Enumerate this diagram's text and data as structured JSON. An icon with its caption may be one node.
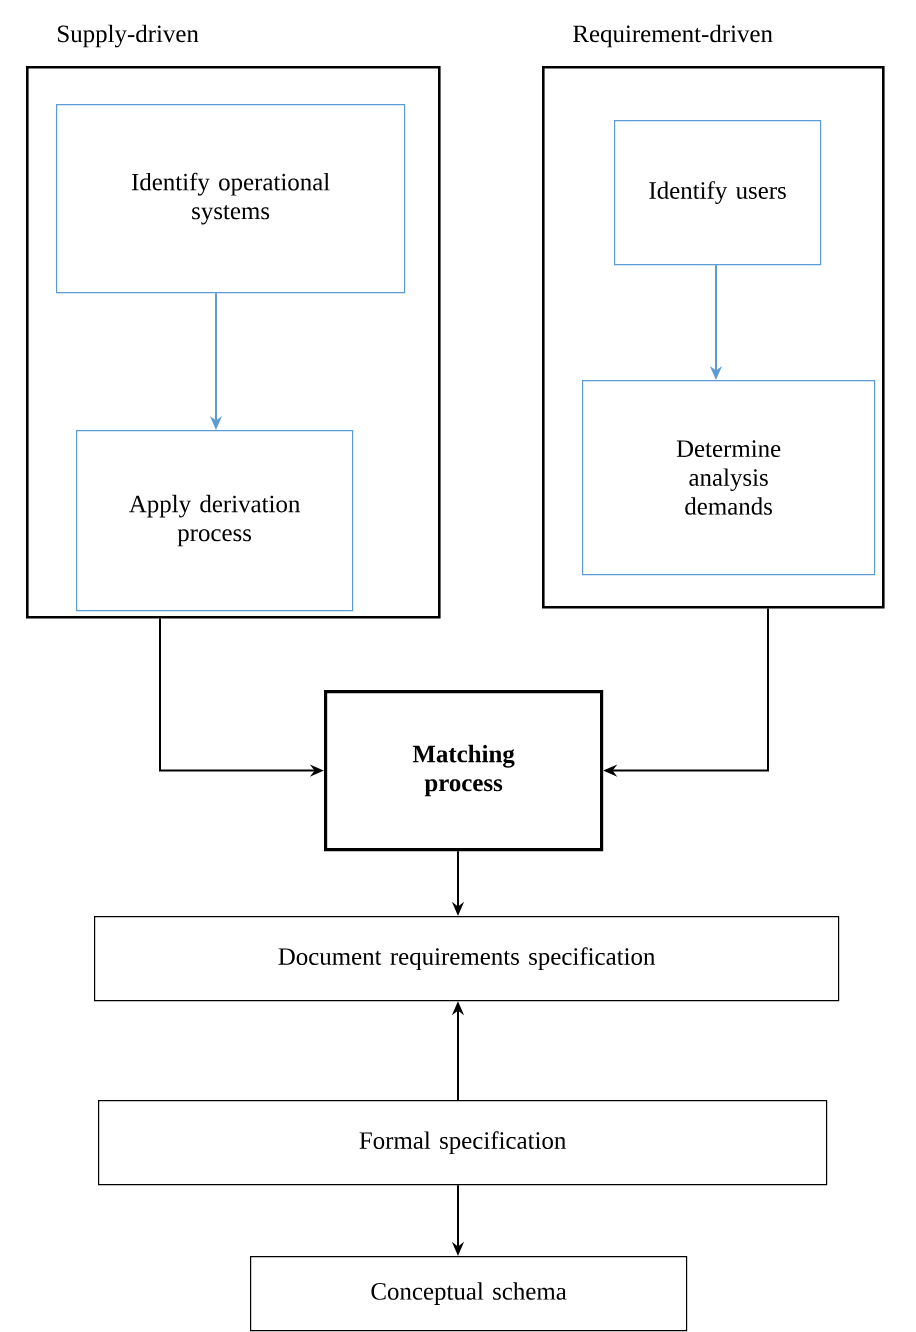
{
  "diagram": {
    "nodes": [
      {
        "text": [
          "Supply-driven"
        ]
      },
      {
        "text": [
          "Identify operational systems"
        ],
        "in": 0
      },
      {
        "text": [
          "Apply derivation process"
        ],
        "in": 0
      },
      {
        "text": [
          "Requirement-driven"
        ]
      },
      {
        "text": [
          "Identify users"
        ],
        "in": 3
      },
      {
        "text": [
          "Determine analysis demands"
        ],
        "in": 3
      },
      {
        "text": [
          "Matching process"
        ]
      },
      {
        "text": [
          "Document requirements specification"
        ]
      },
      {
        "text": [
          "Formal specification"
        ]
      },
      {
        "text": [
          "Conceptual schema"
        ]
      }
    ],
    "edges": [
      {
        "from": 1,
        "to": 2,
        "arrow": "to",
        "color": "#5b9bd5"
      },
      {
        "from": 4,
        "to": 5,
        "arrow": "to",
        "color": "#5b9bd5"
      },
      {
        "from": 0,
        "to": 6,
        "arrow": "to"
      },
      {
        "from": 3,
        "to": 6,
        "arrow": "to"
      },
      {
        "from": 6,
        "to": 7,
        "arrow": "to"
      },
      {
        "from": 8,
        "to": 7,
        "arrow": "to"
      },
      {
        "from": 8,
        "to": 9,
        "arrow": "to"
      }
    ]
  }
}
